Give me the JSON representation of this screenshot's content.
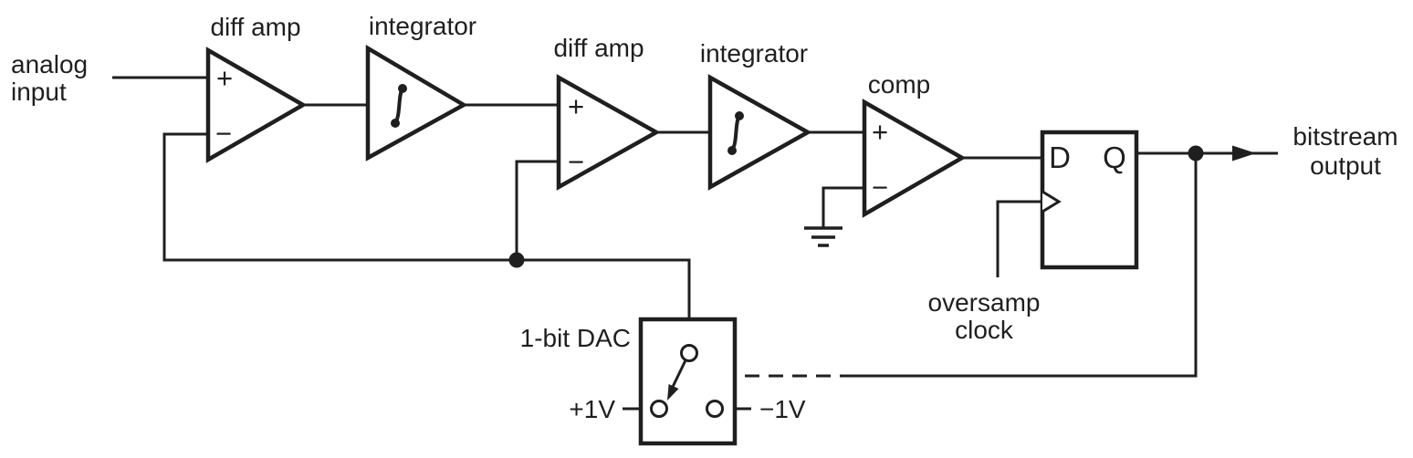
{
  "diagram": {
    "type": "circuit-block-diagram",
    "subject": "sigma-delta modulator",
    "colors": {
      "ink": "#1f1f1f",
      "background": "#ffffff"
    },
    "labels": {
      "analog_input": {
        "line1": "analog",
        "line2": "input"
      },
      "diff_amp_1": "diff amp",
      "integrator_1": "integrator",
      "diff_amp_2": "diff amp",
      "integrator_2": "integrator",
      "comp": "comp",
      "flip_flop": {
        "d": "D",
        "q": "Q"
      },
      "bitstream_output": {
        "line1": "bitstream",
        "line2": "output"
      },
      "oversamp_clock": {
        "line1": "oversamp",
        "line2": "clock"
      },
      "dac": "1-bit DAC",
      "dac_plus_ref": "+1V",
      "dac_minus_ref": "−1V",
      "plus_sign": "+",
      "minus_sign": "−"
    }
  }
}
